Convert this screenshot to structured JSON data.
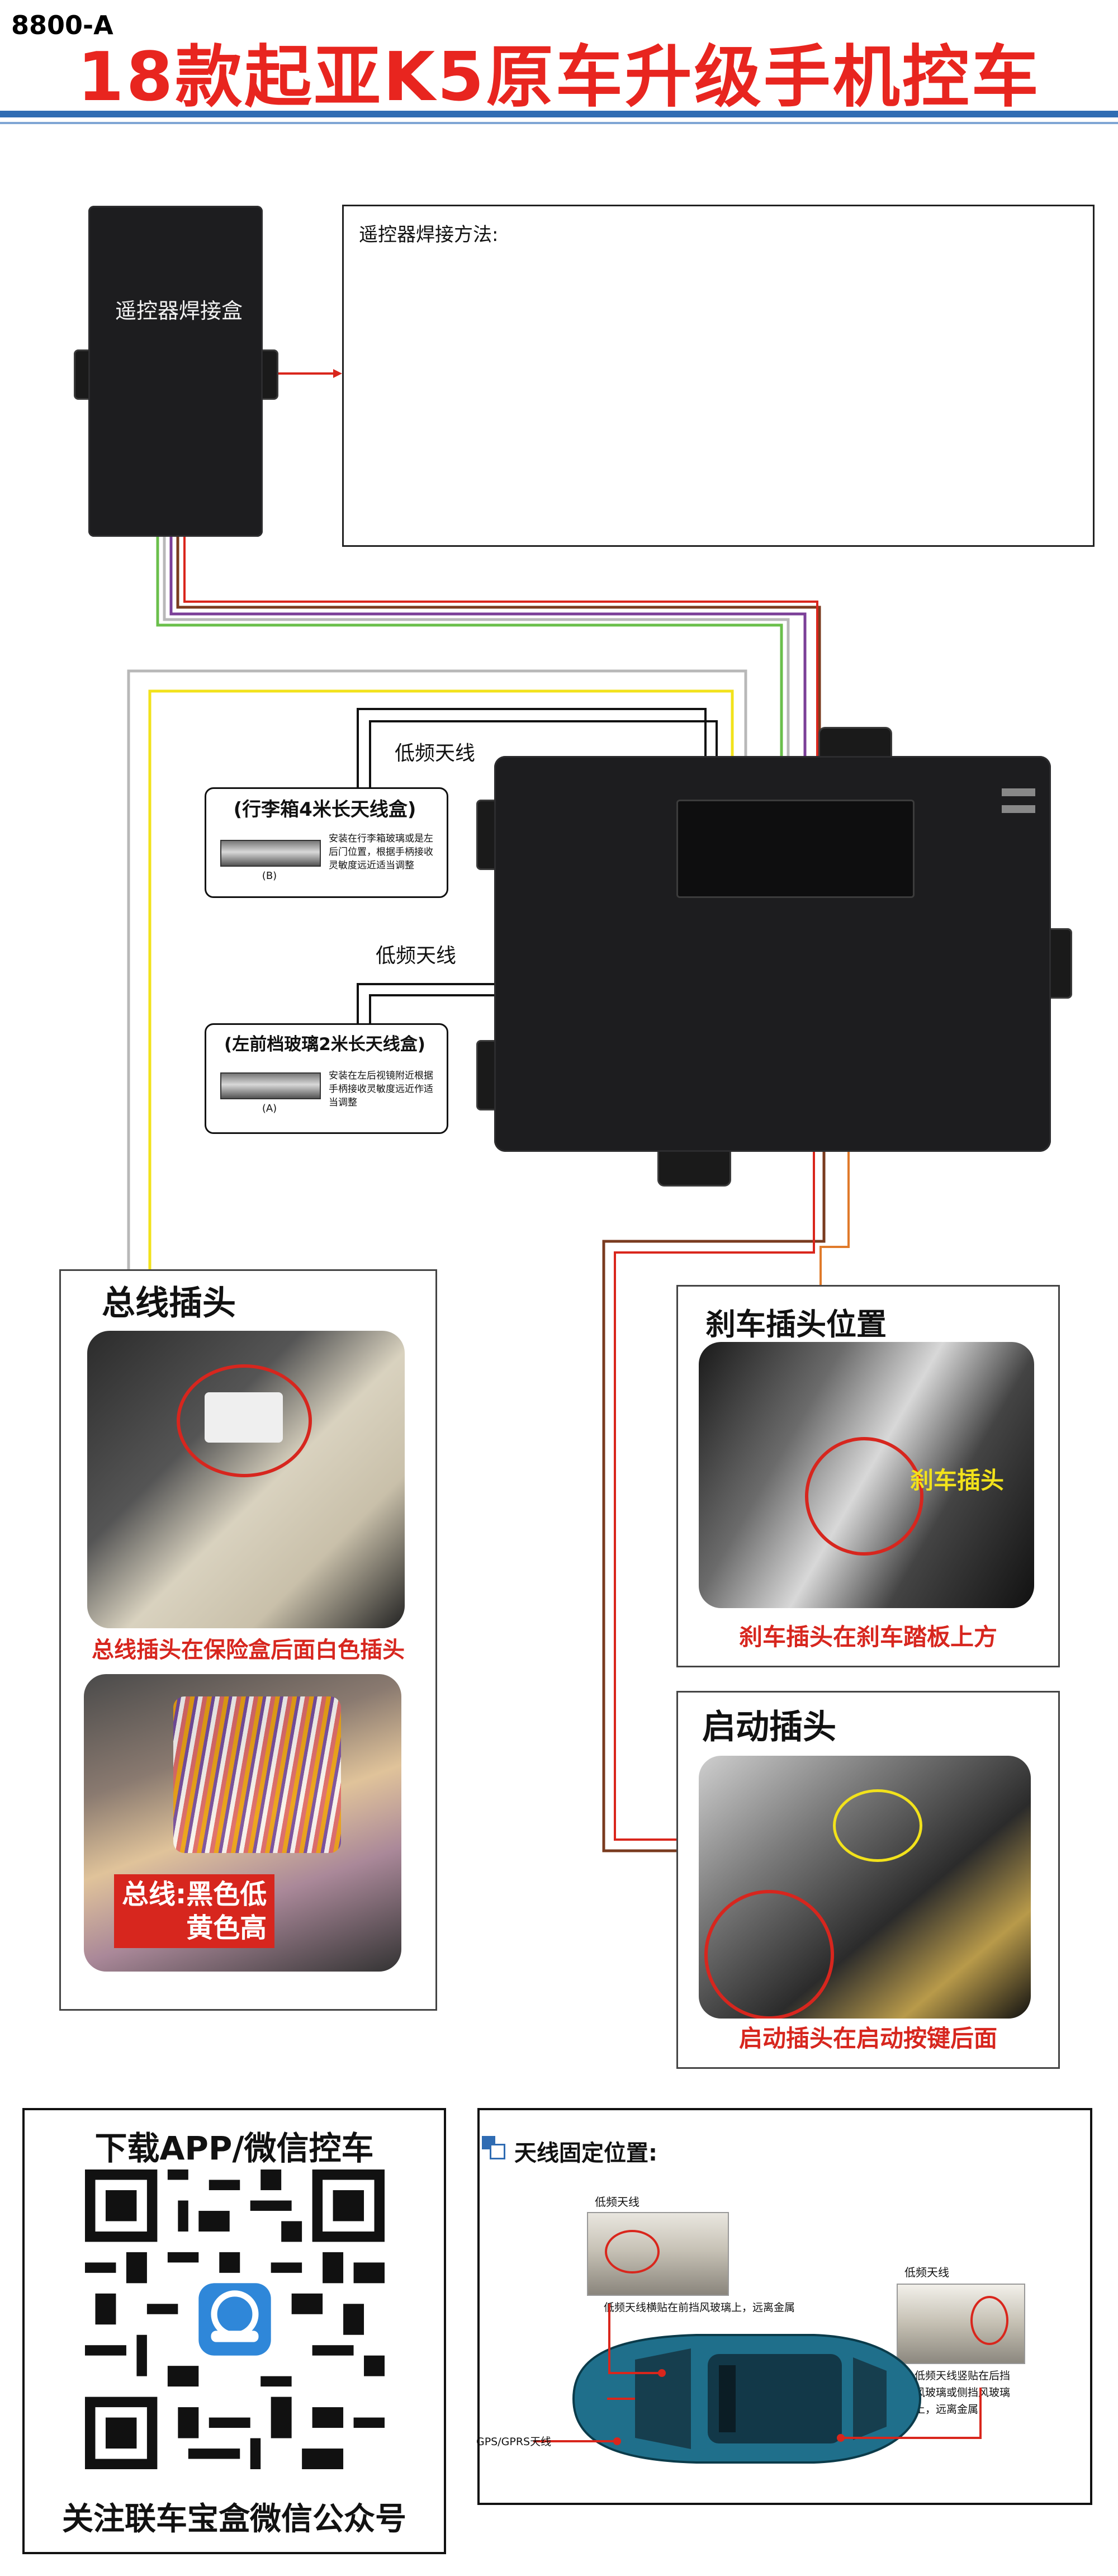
{
  "header": {
    "model": "8800-A",
    "title": "18款起亚K5原车升级手机控车"
  },
  "weld_box": {
    "label": "遥控器焊接盒"
  },
  "method_box": {
    "title": "遥控器焊接方法:"
  },
  "antenna_labels": {
    "upper": "低频天线",
    "lower": "低频天线"
  },
  "antenna_trunk": {
    "title": "(行李箱4米长天线盒)",
    "letter": "(B)",
    "note": "安装在行李箱玻璃或是左后门位置，根据手柄接收灵敏度远近适当调整"
  },
  "antenna_front": {
    "title": "(左前档玻璃2米长天线盒)",
    "letter": "(A)",
    "note": "安装在左后视镜附近根据手柄接收灵敏度远近作适当调整"
  },
  "bus_panel": {
    "heading": "总线插头",
    "caption": "总线插头在保险盒后面白色插头",
    "photo_label_line1": "总线:黑色低",
    "photo_label_line2": "黄色高"
  },
  "brake_panel": {
    "heading": "刹车插头位置",
    "photo_label": "刹车插头",
    "caption": "刹车插头在刹车踏板上方"
  },
  "start_panel": {
    "heading": "启动插头",
    "caption": "启动插头在启动按键后面"
  },
  "qr_panel": {
    "title": "下载APP/微信控车",
    "footer": "关注联车宝盒微信公众号"
  },
  "antenna_position": {
    "title": "天线固定位置:",
    "lf_left": "低频天线",
    "lf_left_note": "低频天线横贴在前挡风玻璃上，远离金属",
    "lf_right": "低频天线",
    "lf_right_note_1": "低频天线竖贴在后挡",
    "lf_right_note_2": "风玻璃或侧挡风玻璃",
    "lf_right_note_3": "上，远离金属",
    "gps": "GPS/GPRS天线"
  },
  "colors": {
    "title_red": "#e8251f",
    "rule_blue": "#2f6cb3",
    "device_black": "#1d1d1f",
    "caption_red": "#d7261e",
    "car_teal": "#1f6f8b",
    "wire_green": "#6abf4b",
    "wire_purple": "#7b3f98",
    "wire_brown": "#7a3b1f",
    "wire_orange": "#e07a2a",
    "wire_yellow": "#f2e21b",
    "wire_gray": "#b8b8b8",
    "wire_black": "#111111",
    "wire_red": "#d9261c"
  }
}
